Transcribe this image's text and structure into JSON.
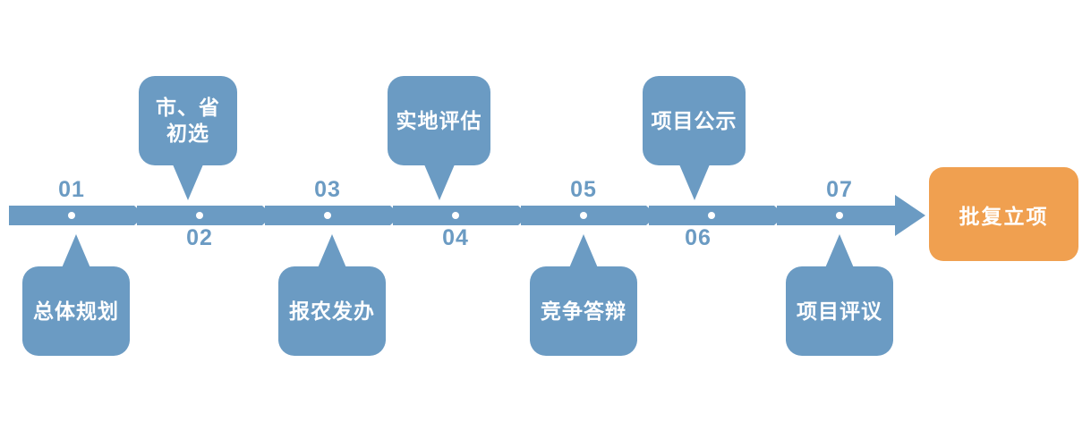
{
  "diagram": {
    "type": "process-timeline",
    "colors": {
      "primary_blue": "#6b9bc3",
      "accent_orange": "#f0a050",
      "text_on_shape": "#ffffff",
      "number_color": "#6b9bc3",
      "background": "#ffffff"
    },
    "steps": [
      {
        "number": "01",
        "label": "总体规划",
        "number_position": "above",
        "callout_position": "below"
      },
      {
        "number": "02",
        "label": "市、省\n初选",
        "number_position": "below",
        "callout_position": "above"
      },
      {
        "number": "03",
        "label": "报农发办",
        "number_position": "above",
        "callout_position": "below"
      },
      {
        "number": "04",
        "label": "实地评估",
        "number_position": "below",
        "callout_position": "above"
      },
      {
        "number": "05",
        "label": "竞争答辩",
        "number_position": "above",
        "callout_position": "below"
      },
      {
        "number": "06",
        "label": "项目公示",
        "number_position": "below",
        "callout_position": "above"
      },
      {
        "number": "07",
        "label": "项目评议",
        "number_position": "above",
        "callout_position": "below"
      }
    ],
    "final": {
      "label": "批复立项"
    }
  }
}
